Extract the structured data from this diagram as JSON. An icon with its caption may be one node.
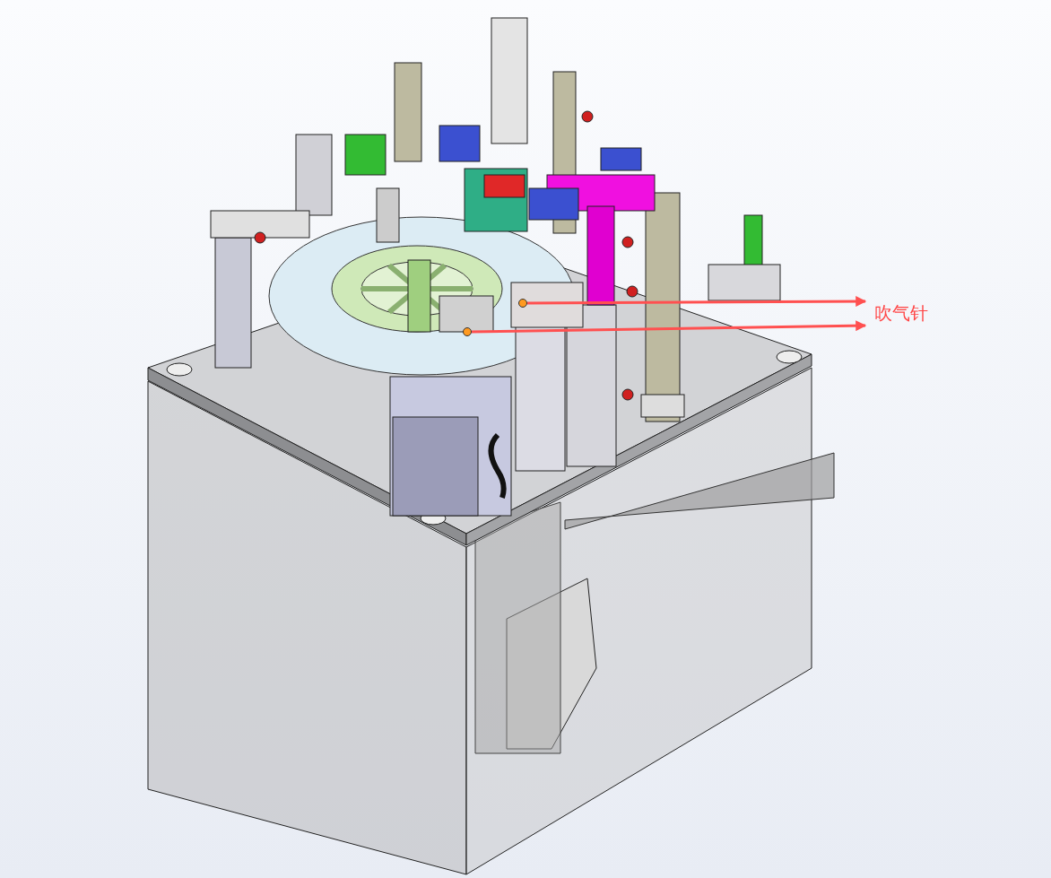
{
  "diagram": {
    "nodes": [
      {
        "text": [
          "吹气针"
        ]
      },
      {
        "text": [],
        "shape": "circle"
      },
      {
        "text": [],
        "shape": "circle"
      }
    ],
    "edges": [
      {
        "from": 1,
        "to": 0,
        "arrow": "to"
      },
      {
        "from": 2,
        "to": 0,
        "arrow": "to"
      }
    ]
  }
}
